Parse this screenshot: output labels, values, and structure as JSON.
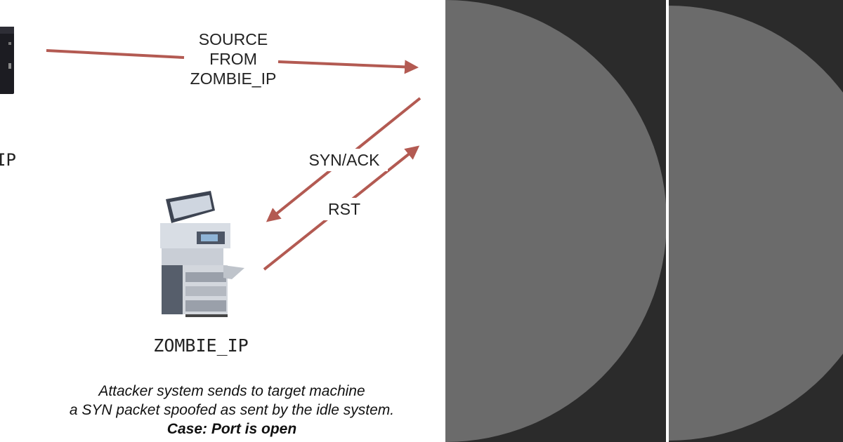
{
  "diagram": {
    "source_label": [
      "SOURCE",
      "FROM",
      "ZOMBIE_IP"
    ],
    "synack_label": "SYN/ACK",
    "rst_label": "RST",
    "host_fragment": "IP",
    "zombie_label": "ZOMBIE_IP",
    "caption": [
      "Attacker system sends to target machine",
      "a SYN packet spoofed as sent by the idle system."
    ],
    "caption_emphasis": "Case: Port is open"
  },
  "colors": {
    "arrow": "#b35a52",
    "panel_dark": "#2b2b2b",
    "panel_circle": "#6b6b6b",
    "divider": "#ffffff"
  },
  "icons": {
    "attacker": "computer-tower-icon",
    "zombie": "printer-icon"
  }
}
